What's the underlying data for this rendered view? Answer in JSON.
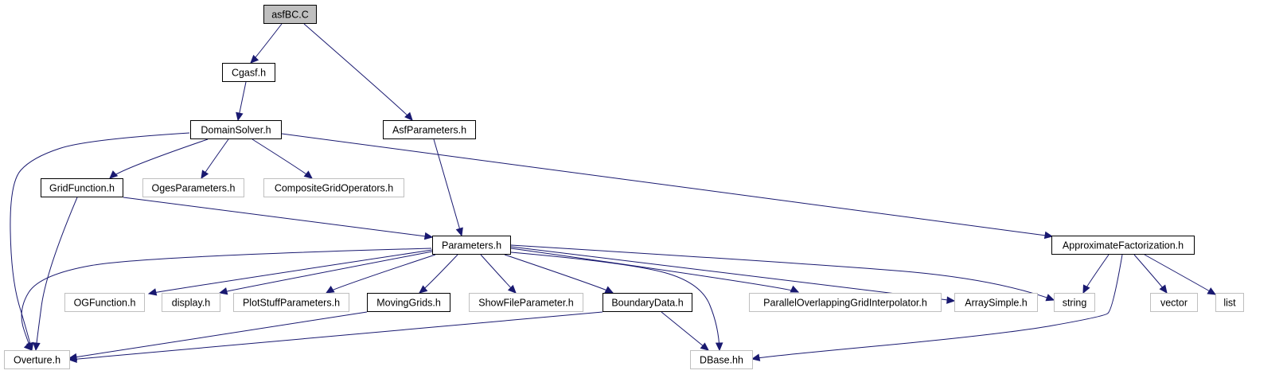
{
  "graph": {
    "nodes": [
      {
        "id": "asfBC",
        "label": "asfBC.C",
        "kind": "root"
      },
      {
        "id": "Cgasf",
        "label": "Cgasf.h",
        "kind": "primary"
      },
      {
        "id": "DomainSolver",
        "label": "DomainSolver.h",
        "kind": "primary"
      },
      {
        "id": "AsfParameters",
        "label": "AsfParameters.h",
        "kind": "primary"
      },
      {
        "id": "GridFunction",
        "label": "GridFunction.h",
        "kind": "primary"
      },
      {
        "id": "OgesParameters",
        "label": "OgesParameters.h",
        "kind": "secondary"
      },
      {
        "id": "CompositeGridOperators",
        "label": "CompositeGridOperators.h",
        "kind": "secondary"
      },
      {
        "id": "Parameters",
        "label": "Parameters.h",
        "kind": "primary"
      },
      {
        "id": "ApproximateFactorization",
        "label": "ApproximateFactorization.h",
        "kind": "primary"
      },
      {
        "id": "OGFunction",
        "label": "OGFunction.h",
        "kind": "secondary"
      },
      {
        "id": "display",
        "label": "display.h",
        "kind": "secondary"
      },
      {
        "id": "PlotStuffParameters",
        "label": "PlotStuffParameters.h",
        "kind": "secondary"
      },
      {
        "id": "MovingGrids",
        "label": "MovingGrids.h",
        "kind": "primary"
      },
      {
        "id": "ShowFileParameter",
        "label": "ShowFileParameter.h",
        "kind": "secondary"
      },
      {
        "id": "BoundaryData",
        "label": "BoundaryData.h",
        "kind": "primary"
      },
      {
        "id": "ParallelOverlappingGridInterpolator",
        "label": "ParallelOverlappingGridInterpolator.h",
        "kind": "secondary"
      },
      {
        "id": "ArraySimple",
        "label": "ArraySimple.h",
        "kind": "secondary"
      },
      {
        "id": "string",
        "label": "string",
        "kind": "secondary"
      },
      {
        "id": "vector",
        "label": "vector",
        "kind": "secondary"
      },
      {
        "id": "list",
        "label": "list",
        "kind": "secondary"
      },
      {
        "id": "Overture",
        "label": "Overture.h",
        "kind": "secondary"
      },
      {
        "id": "DBase",
        "label": "DBase.hh",
        "kind": "secondary"
      }
    ],
    "edges": [
      {
        "from": "asfBC",
        "to": "Cgasf"
      },
      {
        "from": "asfBC",
        "to": "AsfParameters"
      },
      {
        "from": "Cgasf",
        "to": "DomainSolver"
      },
      {
        "from": "DomainSolver",
        "to": "Overture"
      },
      {
        "from": "DomainSolver",
        "to": "GridFunction"
      },
      {
        "from": "DomainSolver",
        "to": "OgesParameters"
      },
      {
        "from": "DomainSolver",
        "to": "CompositeGridOperators"
      },
      {
        "from": "DomainSolver",
        "to": "ApproximateFactorization"
      },
      {
        "from": "AsfParameters",
        "to": "Parameters"
      },
      {
        "from": "GridFunction",
        "to": "Parameters"
      },
      {
        "from": "GridFunction",
        "to": "Overture"
      },
      {
        "from": "Parameters",
        "to": "Overture"
      },
      {
        "from": "Parameters",
        "to": "OGFunction"
      },
      {
        "from": "Parameters",
        "to": "display"
      },
      {
        "from": "Parameters",
        "to": "PlotStuffParameters"
      },
      {
        "from": "Parameters",
        "to": "MovingGrids"
      },
      {
        "from": "Parameters",
        "to": "ShowFileParameter"
      },
      {
        "from": "Parameters",
        "to": "BoundaryData"
      },
      {
        "from": "Parameters",
        "to": "DBase"
      },
      {
        "from": "Parameters",
        "to": "ParallelOverlappingGridInterpolator"
      },
      {
        "from": "Parameters",
        "to": "ArraySimple"
      },
      {
        "from": "Parameters",
        "to": "string"
      },
      {
        "from": "MovingGrids",
        "to": "Overture"
      },
      {
        "from": "BoundaryData",
        "to": "Overture"
      },
      {
        "from": "BoundaryData",
        "to": "DBase"
      },
      {
        "from": "ApproximateFactorization",
        "to": "string"
      },
      {
        "from": "ApproximateFactorization",
        "to": "DBase"
      },
      {
        "from": "ApproximateFactorization",
        "to": "vector"
      },
      {
        "from": "ApproximateFactorization",
        "to": "list"
      }
    ]
  }
}
